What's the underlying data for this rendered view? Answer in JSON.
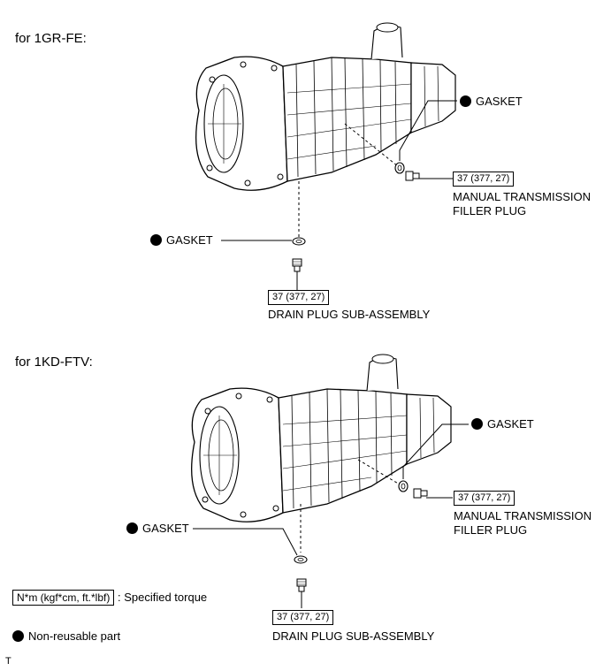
{
  "sections": [
    {
      "title": "for 1GR-FE:",
      "filler_gasket_label": "GASKET",
      "filler_torque": "37 (377, 27)",
      "filler_plug_label_line1": "MANUAL TRANSMISSION",
      "filler_plug_label_line2": "FILLER PLUG",
      "drain_gasket_label": "GASKET",
      "drain_torque": "37 (377, 27)",
      "drain_plug_label": "DRAIN PLUG SUB-ASSEMBLY"
    },
    {
      "title": "for 1KD-FTV:",
      "filler_gasket_label": "GASKET",
      "filler_torque": "37 (377, 27)",
      "filler_plug_label_line1": "MANUAL TRANSMISSION",
      "filler_plug_label_line2": "FILLER PLUG",
      "drain_gasket_label": "GASKET",
      "drain_torque": "37 (377, 27)",
      "drain_plug_label": "DRAIN PLUG SUB-ASSEMBLY"
    }
  ],
  "legend": {
    "torque_box_text": "N*m (kgf*cm, ft.*lbf)",
    "torque_desc": ": Specified torque",
    "nonreusable_desc": "Non-reusable part"
  },
  "footer_mark": "T",
  "icons": {
    "nonreusable": "filled-circle-icon"
  }
}
